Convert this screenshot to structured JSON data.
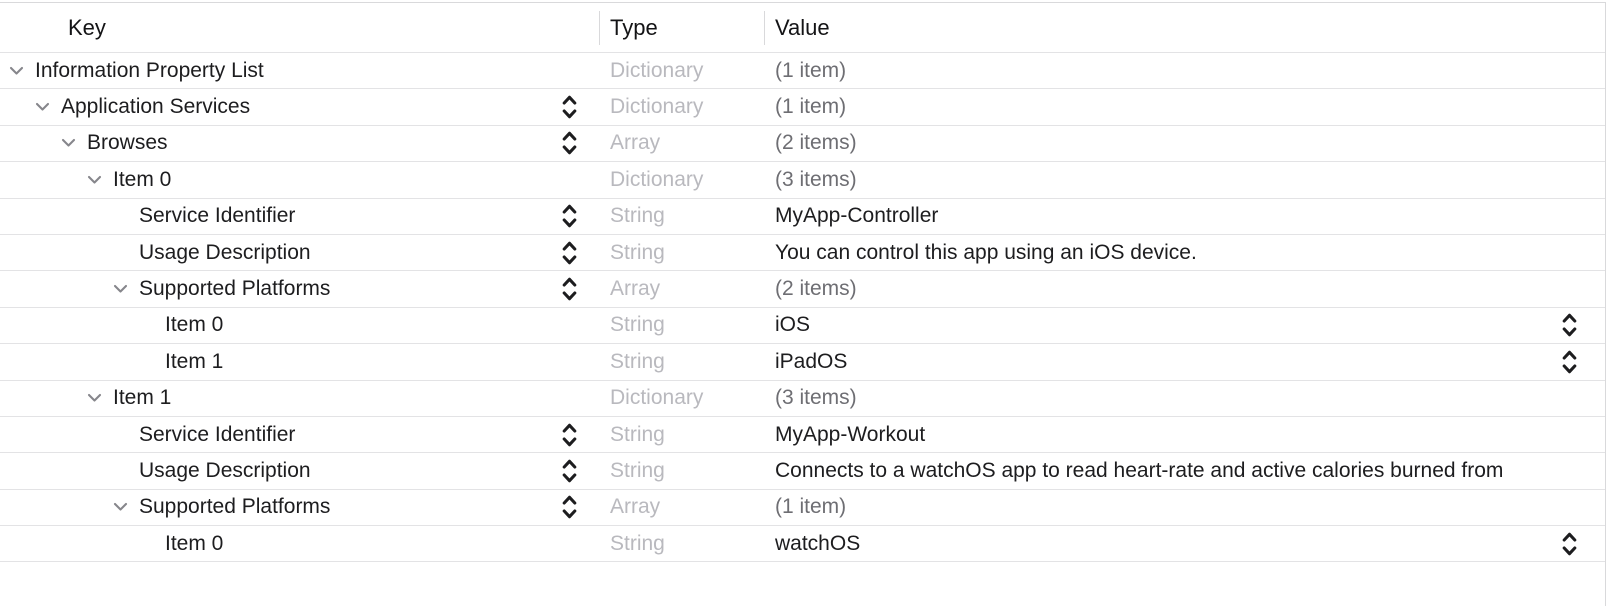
{
  "header": {
    "key": "Key",
    "type": "Type",
    "value": "Value"
  },
  "colors": {
    "text": "#1d1d1f",
    "type_gray": "#b9b9be",
    "value_gray": "#6e6e73",
    "separator": "#e3e3e5",
    "stepper": "#1d1d1f",
    "chevron": "#86868b",
    "background": "#ffffff"
  },
  "icons": {
    "disclosure": "chevron-down-icon",
    "stepper": "up-down-stepper-icon"
  },
  "rows": [
    {
      "level": 0,
      "key": "Information Property List",
      "expandable": true,
      "key_stepper": false,
      "type": "Dictionary",
      "value": "(1 item)",
      "value_gray": true,
      "right_stepper": false
    },
    {
      "level": 1,
      "key": "Application Services",
      "expandable": true,
      "key_stepper": true,
      "type": "Dictionary",
      "value": "(1 item)",
      "value_gray": true,
      "right_stepper": false
    },
    {
      "level": 2,
      "key": "Browses",
      "expandable": true,
      "key_stepper": true,
      "type": "Array",
      "value": "(2 items)",
      "value_gray": true,
      "right_stepper": false
    },
    {
      "level": 3,
      "key": "Item 0",
      "expandable": true,
      "key_stepper": false,
      "type": "Dictionary",
      "value": "(3 items)",
      "value_gray": true,
      "right_stepper": false
    },
    {
      "level": 4,
      "key": "Service Identifier",
      "expandable": false,
      "key_stepper": true,
      "type": "String",
      "value": "MyApp-Controller",
      "value_gray": false,
      "right_stepper": false
    },
    {
      "level": 4,
      "key": "Usage Description",
      "expandable": false,
      "key_stepper": true,
      "type": "String",
      "value": "You can control this app using an iOS device.",
      "value_gray": false,
      "right_stepper": false
    },
    {
      "level": 4,
      "key": "Supported Platforms",
      "expandable": true,
      "key_stepper": true,
      "type": "Array",
      "value": "(2 items)",
      "value_gray": true,
      "right_stepper": false
    },
    {
      "level": 5,
      "key": "Item 0",
      "expandable": false,
      "key_stepper": false,
      "type": "String",
      "value": "iOS",
      "value_gray": false,
      "right_stepper": true
    },
    {
      "level": 5,
      "key": "Item 1",
      "expandable": false,
      "key_stepper": false,
      "type": "String",
      "value": "iPadOS",
      "value_gray": false,
      "right_stepper": true
    },
    {
      "level": 3,
      "key": "Item 1",
      "expandable": true,
      "key_stepper": false,
      "type": "Dictionary",
      "value": "(3 items)",
      "value_gray": true,
      "right_stepper": false
    },
    {
      "level": 4,
      "key": "Service Identifier",
      "expandable": false,
      "key_stepper": true,
      "type": "String",
      "value": "MyApp-Workout",
      "value_gray": false,
      "right_stepper": false
    },
    {
      "level": 4,
      "key": "Usage Description",
      "expandable": false,
      "key_stepper": true,
      "type": "String",
      "value": "Connects to a watchOS app to read heart-rate and active calories burned from",
      "value_gray": false,
      "right_stepper": false
    },
    {
      "level": 4,
      "key": "Supported Platforms",
      "expandable": true,
      "key_stepper": true,
      "type": "Array",
      "value": "(1 item)",
      "value_gray": true,
      "right_stepper": false
    },
    {
      "level": 5,
      "key": "Item 0",
      "expandable": false,
      "key_stepper": false,
      "type": "String",
      "value": "watchOS",
      "value_gray": false,
      "right_stepper": true
    }
  ]
}
